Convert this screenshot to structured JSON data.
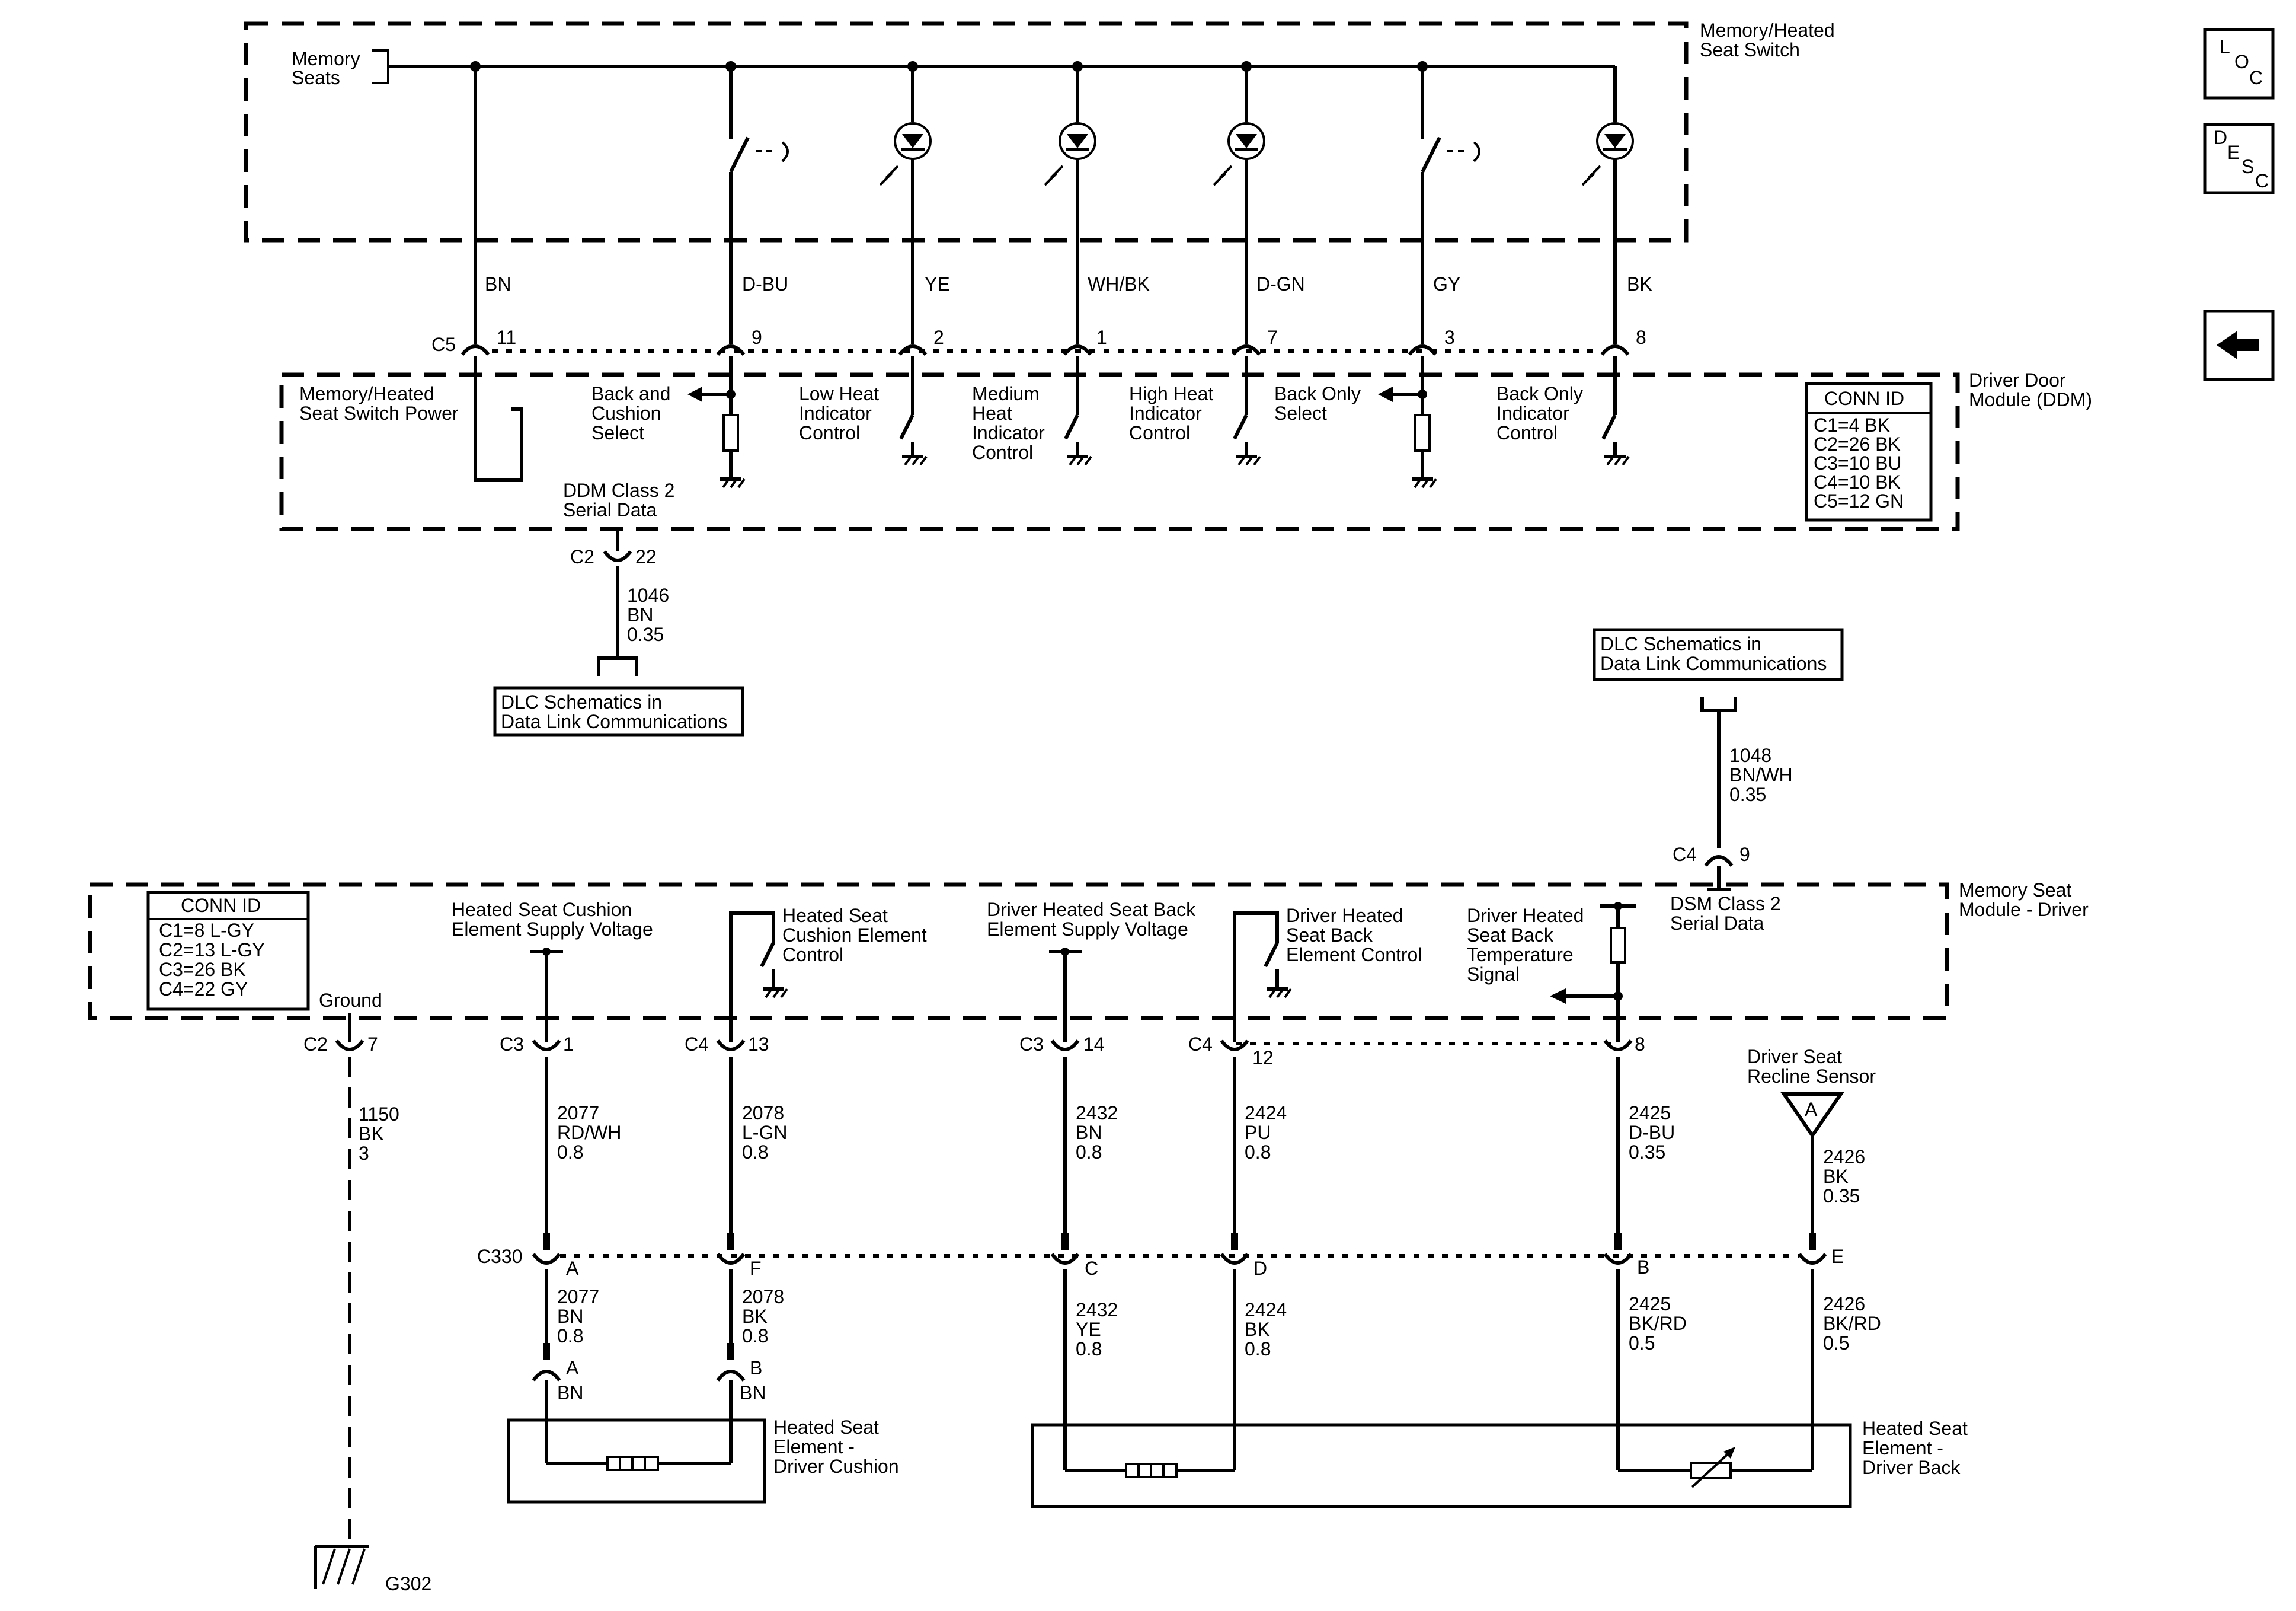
{
  "nav": {
    "loc": [
      "L",
      "O",
      "C"
    ],
    "desc": [
      "D",
      "E",
      "S",
      "C"
    ],
    "back_arrow_icon": "left-arrow-icon"
  },
  "switch_module": {
    "title": [
      "Memory/Heated",
      "Seat Switch"
    ],
    "bus_label": [
      "Memory",
      "Seats"
    ],
    "wires": [
      {
        "color": "BN",
        "pin": "11"
      },
      {
        "color": "D-BU",
        "pin": "9"
      },
      {
        "color": "YE",
        "pin": "2"
      },
      {
        "color": "WH/BK",
        "pin": "1"
      },
      {
        "color": "D-GN",
        "pin": "7"
      },
      {
        "color": "GY",
        "pin": "3"
      },
      {
        "color": "BK",
        "pin": "8"
      }
    ]
  },
  "ddm": {
    "title": [
      "Driver Door",
      "Module (DDM)"
    ],
    "connector": "C5",
    "functions": [
      [
        "Memory/Heated",
        "Seat Switch Power"
      ],
      [
        "Back and",
        "Cushion",
        "Select"
      ],
      [
        "Low Heat",
        "Indicator",
        "Control"
      ],
      [
        "Medium",
        "Heat",
        "Indicator",
        "Control"
      ],
      [
        "High Heat",
        "Indicator",
        "Control"
      ],
      [
        "Back Only",
        "Select"
      ],
      [
        "Back Only",
        "Indicator",
        "Control"
      ]
    ],
    "serial_label": [
      "DDM Class 2",
      "Serial Data"
    ],
    "conn_id": {
      "title": "CONN ID",
      "rows": [
        "C1=4 BK",
        "C2=26 BK",
        "C3=10 BU",
        "C4=10 BK",
        "C5=12 GN"
      ]
    },
    "serial_connector": "C2",
    "serial_pin": "22",
    "serial_wire": [
      "1046",
      "BN",
      "0.35"
    ],
    "dlc_ref": [
      "DLC Schematics in",
      "Data Link Communications"
    ]
  },
  "dsm": {
    "title": [
      "Memory Seat",
      "Module - Driver"
    ],
    "conn_id": {
      "title": "CONN ID",
      "rows": [
        "C1=8 L-GY",
        "C2=13 L-GY",
        "C3=26 BK",
        "C4=22 GY"
      ]
    },
    "dlc_ref": [
      "DLC Schematics in",
      "Data Link Communications"
    ],
    "serial_wire": [
      "1048",
      "BN/WH",
      "0.35"
    ],
    "serial_connector": "C4",
    "serial_pin": "9",
    "serial_label": [
      "DSM Class 2",
      "Serial Data"
    ],
    "functions": {
      "ground": "Ground",
      "cushion_supply": [
        "Heated Seat Cushion",
        "Element Supply Voltage"
      ],
      "cushion_control": [
        "Heated Seat",
        "Cushion Element",
        "Control"
      ],
      "back_supply": [
        "Driver Heated Seat Back",
        "Element Supply Voltage"
      ],
      "back_control": [
        "Driver Heated",
        "Seat Back",
        "Element Control"
      ],
      "back_temp": [
        "Driver Heated",
        "Seat Back",
        "Temperature",
        "Signal"
      ]
    },
    "pins": [
      {
        "conn": "C2",
        "pin": "7",
        "wire": [
          "1150",
          "BK",
          "3"
        ]
      },
      {
        "conn": "C3",
        "pin": "1",
        "wire": [
          "2077",
          "RD/WH",
          "0.8"
        ]
      },
      {
        "conn": "C4",
        "pin": "13",
        "wire": [
          "2078",
          "L-GN",
          "0.8"
        ]
      },
      {
        "conn": "C3",
        "pin": "14",
        "wire": [
          "2432",
          "BN",
          "0.8"
        ]
      },
      {
        "conn": "C4",
        "pin": "12",
        "wire": [
          "2424",
          "PU",
          "0.8"
        ]
      },
      {
        "conn": "",
        "pin": "8",
        "wire": [
          "2425",
          "D-BU",
          "0.35"
        ]
      }
    ]
  },
  "recline_sensor": {
    "label": [
      "Driver Seat",
      "Recline Sensor"
    ],
    "symbol": "A",
    "wire": [
      "2426",
      "BK",
      "0.35"
    ]
  },
  "c330": {
    "name": "C330",
    "pins": [
      "A",
      "F",
      "C",
      "D",
      "B",
      "E"
    ],
    "lower_wires": [
      [
        "2077",
        "BN",
        "0.8"
      ],
      [
        "2078",
        "BK",
        "0.8"
      ],
      [
        "2432",
        "YE",
        "0.8"
      ],
      [
        "2424",
        "BK",
        "0.8"
      ],
      [
        "2425",
        "BK/RD",
        "0.5"
      ],
      [
        "2426",
        "BK/RD",
        "0.5"
      ]
    ]
  },
  "cushion_element": {
    "label": [
      "Heated Seat",
      "Element -",
      "Driver Cushion"
    ],
    "pins": [
      {
        "pin": "A",
        "color": "BN"
      },
      {
        "pin": "B",
        "color": "BN"
      }
    ]
  },
  "back_element": {
    "label": [
      "Heated Seat",
      "Element -",
      "Driver Back"
    ]
  },
  "ground": {
    "name": "G302"
  }
}
